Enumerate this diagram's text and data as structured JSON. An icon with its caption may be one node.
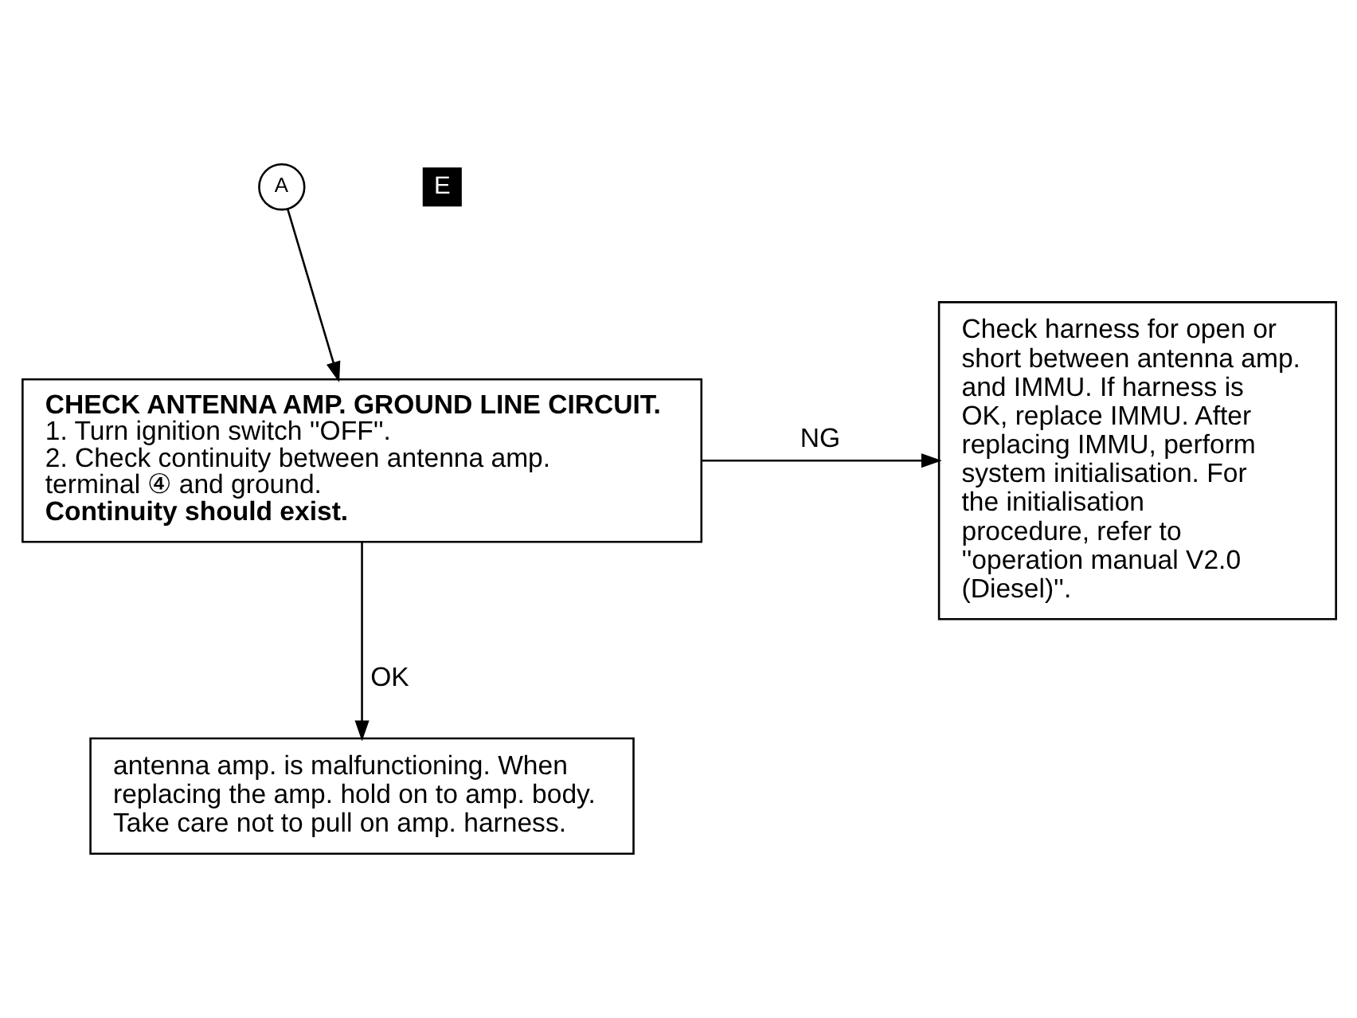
{
  "diagram": {
    "nodes": [
      {
        "text": [
          "A"
        ]
      },
      {
        "text": [
          "CHECK ANTENNA AMP. GROUND LINE CIRCUIT.",
          "1. Turn ignition switch ''OFF''.",
          "2. Check continuity between antenna amp. terminal ④ and ground.",
          "Continuity should exist."
        ]
      },
      {
        "text": [
          "Check harness for open or short between antenna amp. and IMMU. If harness is OK, replace IMMU. After replacing IMMU, perform system initialisation. For the initialisation procedure, refer to ''operation manual V2.0 (Diesel)''."
        ]
      },
      {
        "text": [
          "antenna amp. is malfunctioning. When replacing the amp. hold on to amp. body. Take care not to pull on amp. harness."
        ]
      }
    ],
    "edges": [
      {
        "from": 0,
        "to": 1,
        "arrow": "to"
      },
      {
        "from": 1,
        "to": 2,
        "arrow": "to",
        "label": "NG"
      },
      {
        "from": 1,
        "to": 3,
        "arrow": "to",
        "label": "OK"
      }
    ],
    "labels": [
      "E"
    ]
  }
}
